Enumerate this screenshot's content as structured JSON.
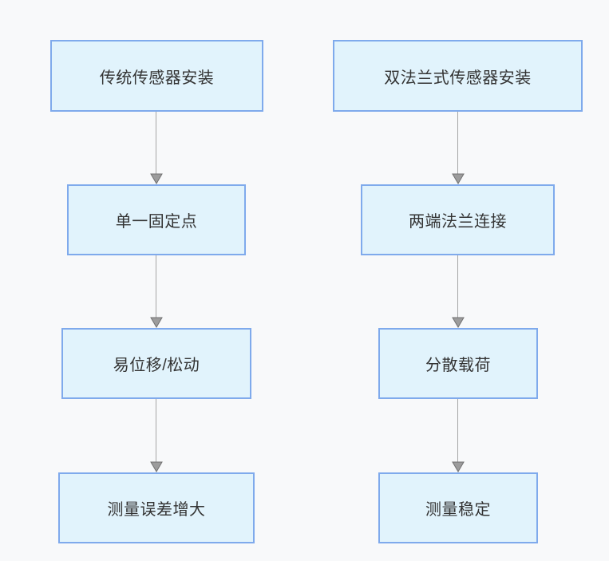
{
  "diagram": {
    "type": "flowchart",
    "direction": "top-down",
    "colors": {
      "background": "#f8f9fa",
      "node_fill": "#e1f3fc",
      "node_border": "#7faaec",
      "node_text": "#333333",
      "arrow_line": "#a6a6a6",
      "arrow_head": "#9c9c9c"
    },
    "columns": [
      {
        "id": "traditional-installation",
        "flow": "sequential",
        "nodes": [
          {
            "label": "传统传感器安装"
          },
          {
            "label": "单一固定点"
          },
          {
            "label": "易位移/松动"
          },
          {
            "label": "测量误差增大"
          }
        ],
        "edges": [
          {
            "from": "传统传感器安装",
            "to": "单一固定点"
          },
          {
            "from": "单一固定点",
            "to": "易位移/松动"
          },
          {
            "from": "易位移/松动",
            "to": "测量误差增大"
          }
        ]
      },
      {
        "id": "double-flange-installation",
        "flow": "sequential",
        "nodes": [
          {
            "label": "双法兰式传感器安装"
          },
          {
            "label": "两端法兰连接"
          },
          {
            "label": "分散载荷"
          },
          {
            "label": "测量稳定"
          }
        ],
        "edges": [
          {
            "from": "双法兰式传感器安装",
            "to": "两端法兰连接"
          },
          {
            "from": "两端法兰连接",
            "to": "分散载荷"
          },
          {
            "from": "分散载荷",
            "to": "测量稳定"
          }
        ]
      }
    ]
  }
}
